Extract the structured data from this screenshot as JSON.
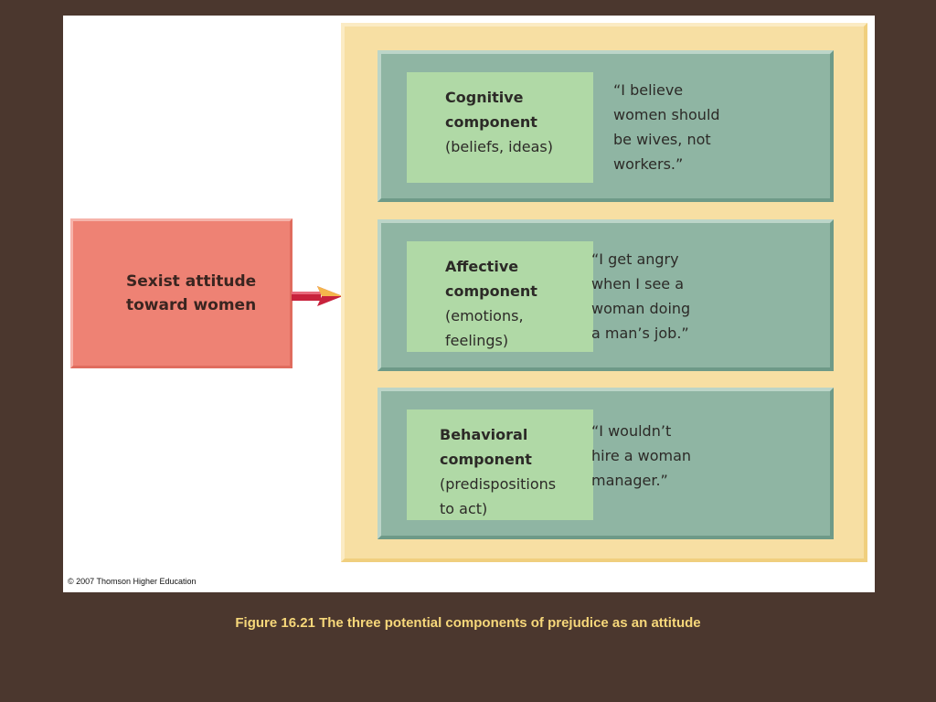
{
  "attitude": {
    "label": "Sexist attitude\ntoward women"
  },
  "components": [
    {
      "name": "Cognitive\ncomponent",
      "description": "(beliefs, ideas)",
      "example": "“I believe\n  women should\n  be wives, not\n  workers.”"
    },
    {
      "name": "Affective\ncomponent",
      "description": "(emotions,\nfeelings)",
      "example": "“I get angry\n  when I see a\n  woman doing\n  a man’s job.”"
    },
    {
      "name": "Behavioral\ncomponent",
      "description": "(predispositions\nto act)",
      "example": "“I wouldn’t\n  hire a woman\n  manager.”"
    }
  ],
  "copyright": "© 2007 Thomson Higher Education",
  "caption": "Figure 16.21  The three potential components of prejudice as an attitude",
  "colors": {
    "background": "#4b372e",
    "attitude_box": "#ee8274",
    "components_panel": "#f7dfa3",
    "component_box": "#8fb5a3",
    "component_inner": "#b0d9a6",
    "caption": "#f6d77a"
  }
}
